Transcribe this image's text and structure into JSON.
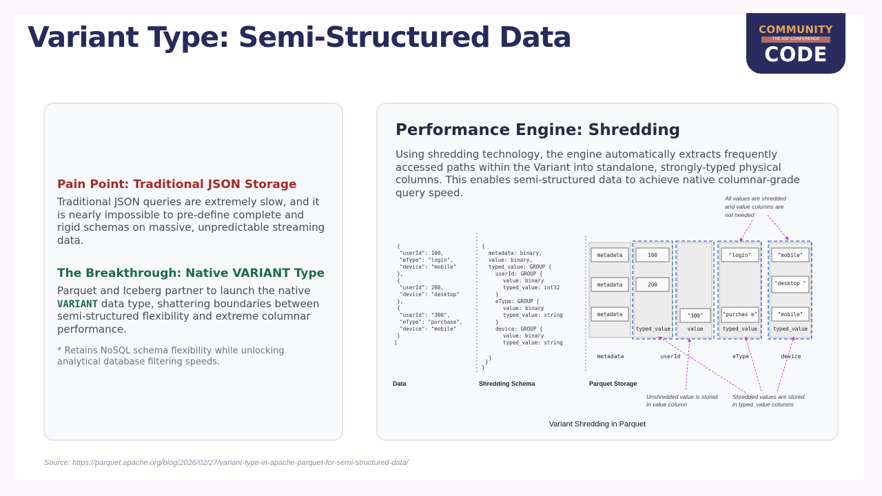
{
  "slide": {
    "title": "Variant Type: Semi-Structured Data",
    "source": "Source: https://parquet.apache.org/blog/2026/02/27/variant-type-in-apache-parquet-for-semi-structured-data/"
  },
  "logo": {
    "line1": "COMMUNITY",
    "line2": "THE ASF CONFERENCE",
    "line3": "CODE"
  },
  "left_card": {
    "pain_heading": "Pain Point: Traditional JSON Storage",
    "pain_text": "Traditional JSON queries are extremely slow, and it is nearly impossible to pre-define complete and rigid schemas on massive, unpredictable streaming data.",
    "breakthrough_heading": "The Breakthrough: Native VARIANT Type",
    "breakthrough_pre": "Parquet and Iceberg partner to launch the native",
    "breakthrough_code": "VARIANT",
    "breakthrough_post": "data type, shattering boundaries between semi-structured flexibility and extreme columnar performance.",
    "note": "* Retains NoSQL schema flexibility while unlocking analytical database filtering speeds."
  },
  "right_card": {
    "heading": "Performance Engine: Shredding",
    "description": "Using shredding technology, the engine automatically extracts frequently accessed paths within the Variant into standalone, strongly-typed physical columns. This enables semi-structured data to achieve native columnar-grade query speed."
  },
  "diagram": {
    "data_lines": [
      "{",
      "\"userId\": 100,",
      "\"eType\": \"login\",",
      "\"device\": \"mobile\"",
      "},",
      "{",
      "\"userId\": 200,",
      "\"device\": \"desktop\"",
      "},",
      "{",
      "\"userId\": \"300\",",
      "\"eType\": \"purchase\",",
      "\"device\": \"mobile\"",
      "}",
      "]"
    ],
    "schema_lines": [
      "{",
      "metadata: binary,",
      "value: binary,",
      "typed_value: GROUP {",
      "userId: GROUP {",
      "value: binary",
      "typed_value: int32",
      "}",
      "eType: GROUP {",
      "value: binary",
      "typed_value: string",
      "}",
      "device: GROUP {",
      "value: binary",
      "typed_value: string",
      "}",
      "}",
      "}"
    ],
    "metadata_cells": [
      "metadata",
      "metadata",
      "metadata"
    ],
    "userid_typed": [
      "100",
      "200"
    ],
    "userid_value": "\"300\"",
    "etype_typed": [
      "\"login\"",
      "\"purchas e\""
    ],
    "device_typed": [
      "\"mobile\"",
      "\"desktop \"",
      "\"mobile\""
    ],
    "col_headers": {
      "typed_value": "typed_value",
      "value": "value"
    },
    "bottom_labels": [
      "metadata",
      "userId",
      "eType",
      "device"
    ],
    "section_labels": [
      "Data",
      "Shredding Schema",
      "Parquet Storage"
    ],
    "annotation_top": [
      "All values are shredded",
      "and value columns are",
      "not needed"
    ],
    "annotation_unshredded": [
      "Unshredded value is stored",
      "in value column"
    ],
    "annotation_shredded": [
      "Shredded values are stored",
      "in typed_value columns"
    ],
    "caption": "Variant Shredding in Parquet"
  },
  "colors": {
    "title": "#262a5c",
    "pain": "#a42a2a",
    "breakthrough": "#1b6a4a",
    "dash_blue": "#3a5ec8",
    "arrow_magenta": "#c83cc8"
  }
}
